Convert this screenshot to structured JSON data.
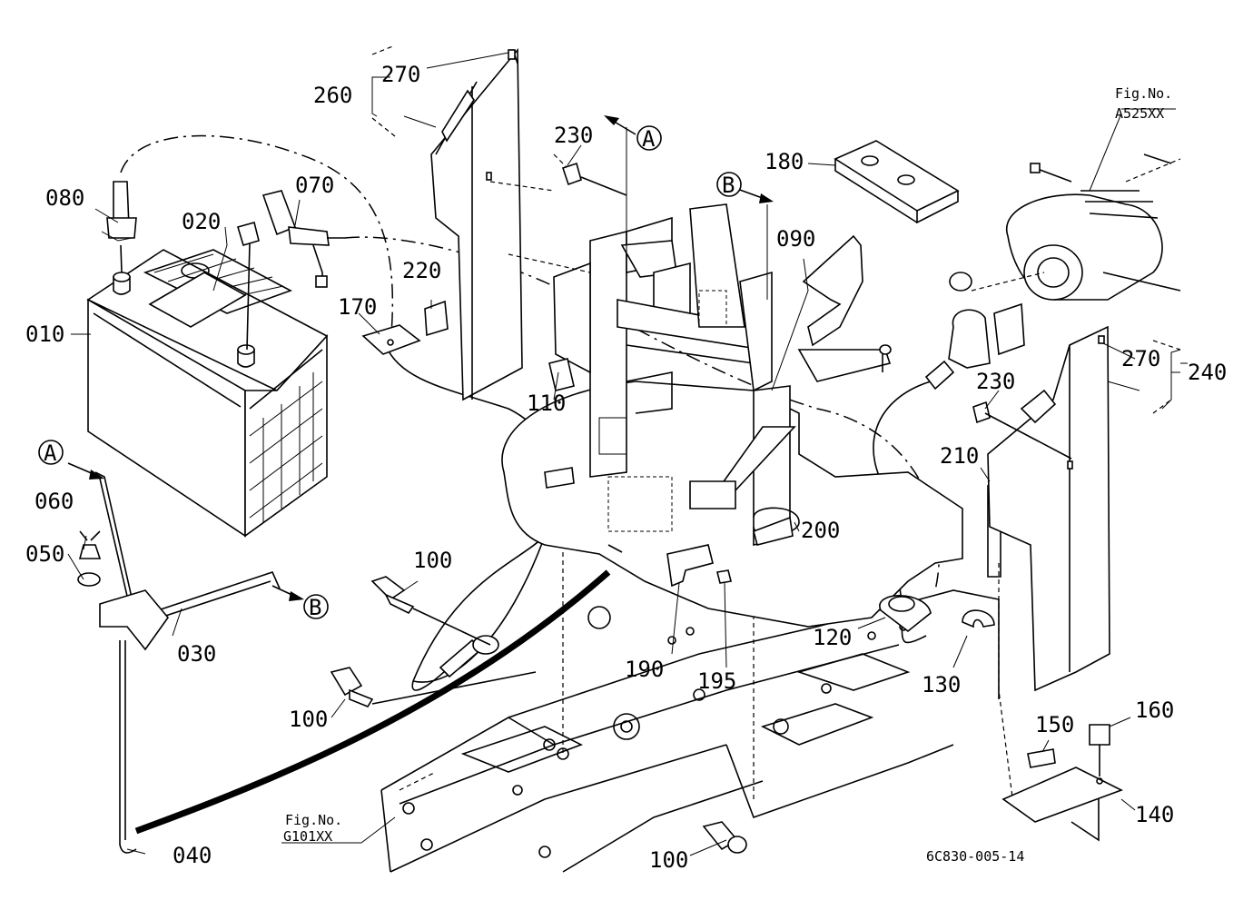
{
  "labels": {
    "p010": "010",
    "p020": "020",
    "p030": "030",
    "p040": "040",
    "p050": "050",
    "p060": "060",
    "p070": "070",
    "p080": "080",
    "p090": "090",
    "p100a": "100",
    "p100b": "100",
    "p100c": "100",
    "p110": "110",
    "p120": "120",
    "p130": "130",
    "p140": "140",
    "p150": "150",
    "p160": "160",
    "p170": "170",
    "p180": "180",
    "p190": "190",
    "p195": "195",
    "p200": "200",
    "p210": "210",
    "p220": "220",
    "p230a": "230",
    "p230b": "230",
    "p240": "240",
    "p260": "260",
    "p270a": "270",
    "p270b": "270"
  },
  "refs": {
    "a_top": "A",
    "b_top": "B",
    "a_left": "A",
    "b_left": "B"
  },
  "fig_refs": {
    "alternator_label": "Fig.No.",
    "alternator_code": "A525XX",
    "frame_label": "Fig.No.",
    "frame_code": "G101XX"
  },
  "drawing_code": "6C830-005-14"
}
